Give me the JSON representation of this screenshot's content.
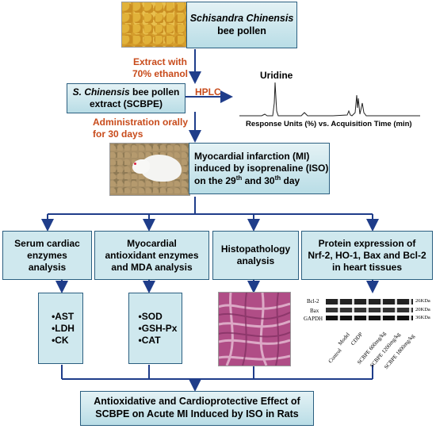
{
  "top_box": {
    "line1": "Schisandra Chinensis",
    "line2": "bee pollen"
  },
  "step_extract": {
    "line1": "Extract with",
    "line2": "70% ethanol"
  },
  "extract_box": {
    "italic": "S. Chinensis",
    "line1_rest": " bee pollen",
    "line2": "extract (SCBPE)"
  },
  "hplc_label": "HPLC",
  "chromatogram": {
    "peak_label": "Uridine",
    "axis_caption": "Response Units (%) vs. Acquisition Time (min)"
  },
  "step_admin": {
    "line1": "Administration orally",
    "line2": "for 30 days"
  },
  "mi_box": {
    "line1": "Myocardial infarction (MI)",
    "line2": "induced by isoprenaline (ISO)",
    "line3_pre": "on the 29",
    "sup1": "th",
    "line3_mid": " and 30",
    "sup2": "th",
    "line3_post": " day"
  },
  "analyses": [
    {
      "lines": [
        "Serum cardiac",
        "enzymes",
        "analysis"
      ]
    },
    {
      "lines": [
        "Myocardial",
        "antioxidant enzymes",
        "and MDA analysis"
      ]
    },
    {
      "lines": [
        "Histopathology",
        "analysis"
      ]
    },
    {
      "lines": [
        "Protein expression of",
        "Nrf-2, HO-1, Bax and Bcl-2",
        "in heart tissues"
      ]
    }
  ],
  "serum_list": [
    "•AST",
    "•LDH",
    "•CK"
  ],
  "antiox_list": [
    "•SOD",
    "•GSH-Px",
    "•CAT"
  ],
  "western_blot": {
    "bands": [
      "Bcl-2",
      "Bax",
      "GAPDH"
    ],
    "sizes": [
      "26KDa",
      "20KDa",
      "36KDa"
    ],
    "lanes": [
      "Control",
      "Model",
      "CDDP",
      "SCBPE 600mg/kg",
      "SCBPE 1200mg/kg",
      "SCBPE 1800mg/kg"
    ]
  },
  "bottom_box": {
    "line1": "Antioxidative and Cardioprotective Effect of",
    "line2": "SCBPE on Acute MI Induced by ISO in Rats"
  },
  "colors": {
    "box_fill": "#cfe8ee",
    "box_border": "#2b5f80",
    "arrow": "#1f3d8a",
    "step_text": "#c84b1b"
  }
}
